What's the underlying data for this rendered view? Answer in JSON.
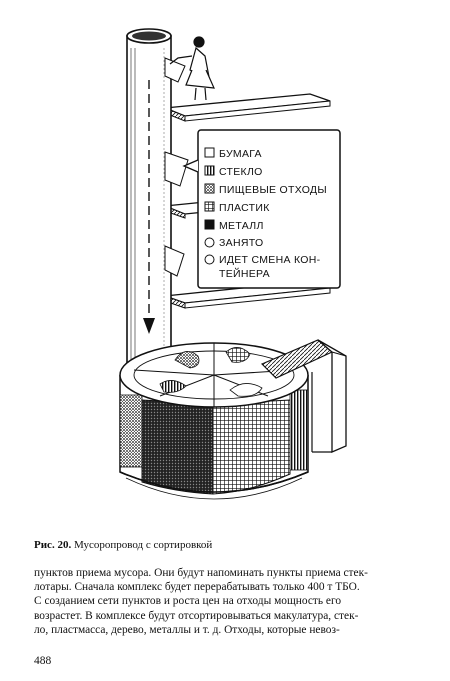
{
  "legend": {
    "items": [
      {
        "label": "БУМАГА",
        "symbol": "empty-square"
      },
      {
        "label": "СТЕКЛО",
        "symbol": "striped-square"
      },
      {
        "label": "ПИЩЕВЫЕ ОТХОДЫ",
        "symbol": "dotted-square"
      },
      {
        "label": "ПЛАСТИК",
        "symbol": "grid-square"
      },
      {
        "label": "МЕТАЛЛ",
        "symbol": "filled-square"
      },
      {
        "label": "ЗАНЯТО",
        "symbol": "circle"
      },
      {
        "label": "ИДЕТ СМЕНА КОН-",
        "symbol": "circle"
      },
      {
        "label": "ТЕЙНЕРА",
        "symbol": "none"
      }
    ]
  },
  "caption": {
    "label": "Рис. 20.",
    "text": "Мусоропровод с сортировкой"
  },
  "body": {
    "lines": [
      "пунктов приема мусора. Они будут напоминать пункты приема стек-",
      "лотары. Сначала комплекс будет перерабатывать только 400 т ТБО.",
      "С созданием сети пунктов и роста цен на отходы мощность его",
      "возрастет. В комплексе будут отсортировываться макулатура, стек-",
      "ло, пластмасса, дерево, металлы и т. д. Отходы, которые невоз-"
    ]
  },
  "page_number": "488"
}
